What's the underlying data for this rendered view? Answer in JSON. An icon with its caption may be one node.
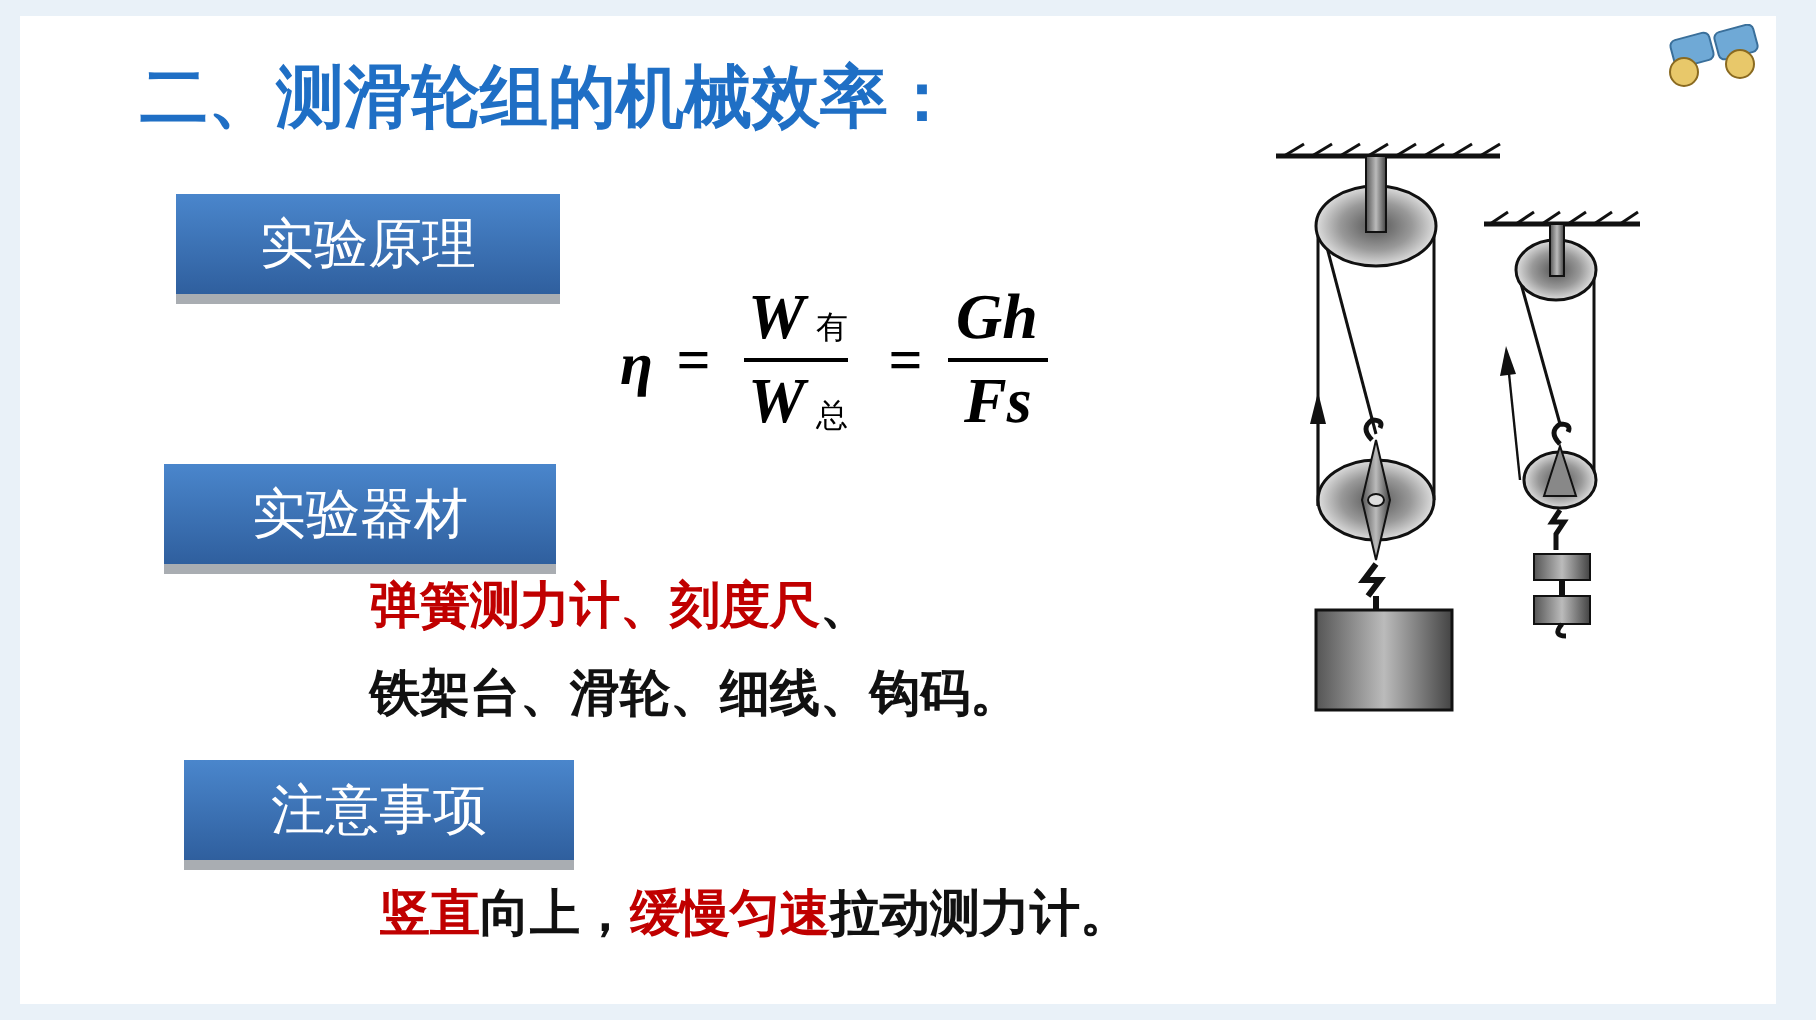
{
  "diagram": {
    "title": "二、测滑轮组的机械效率：",
    "nodes": [
      {
        "text": [
          "实验原理"
        ]
      },
      {
        "text": [
          "实验器材"
        ]
      },
      {
        "text": [
          "注意事项"
        ]
      }
    ],
    "labels": [
      "η",
      "=",
      "W",
      "有",
      "W",
      "总",
      "=",
      "Gh",
      "Fs",
      "弹簧测力计、刻度尺",
      "、",
      "铁架台、滑轮、细线、钩码。",
      "竖直",
      "向上，",
      "缓慢匀速",
      "拉动测力计。"
    ]
  }
}
